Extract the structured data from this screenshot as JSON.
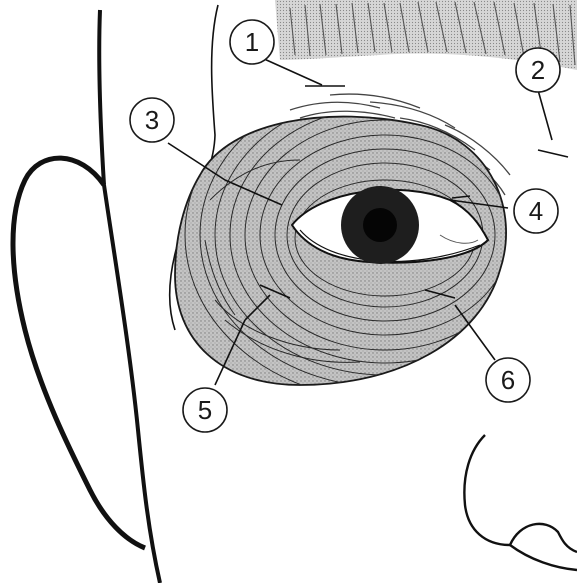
{
  "diagram": {
    "callouts": [
      {
        "id": "1",
        "label": "1"
      },
      {
        "id": "2",
        "label": "2"
      },
      {
        "id": "3",
        "label": "3"
      },
      {
        "id": "4",
        "label": "4"
      },
      {
        "id": "5",
        "label": "5"
      },
      {
        "id": "6",
        "label": "6"
      }
    ],
    "colors": {
      "ink": "#111111",
      "muscle_fill": "#b5b5b5",
      "forehead_fill": "#cfcfcf",
      "iris": "#1e1e1e",
      "sclera": "#ffffff",
      "background": "#ffffff"
    }
  }
}
